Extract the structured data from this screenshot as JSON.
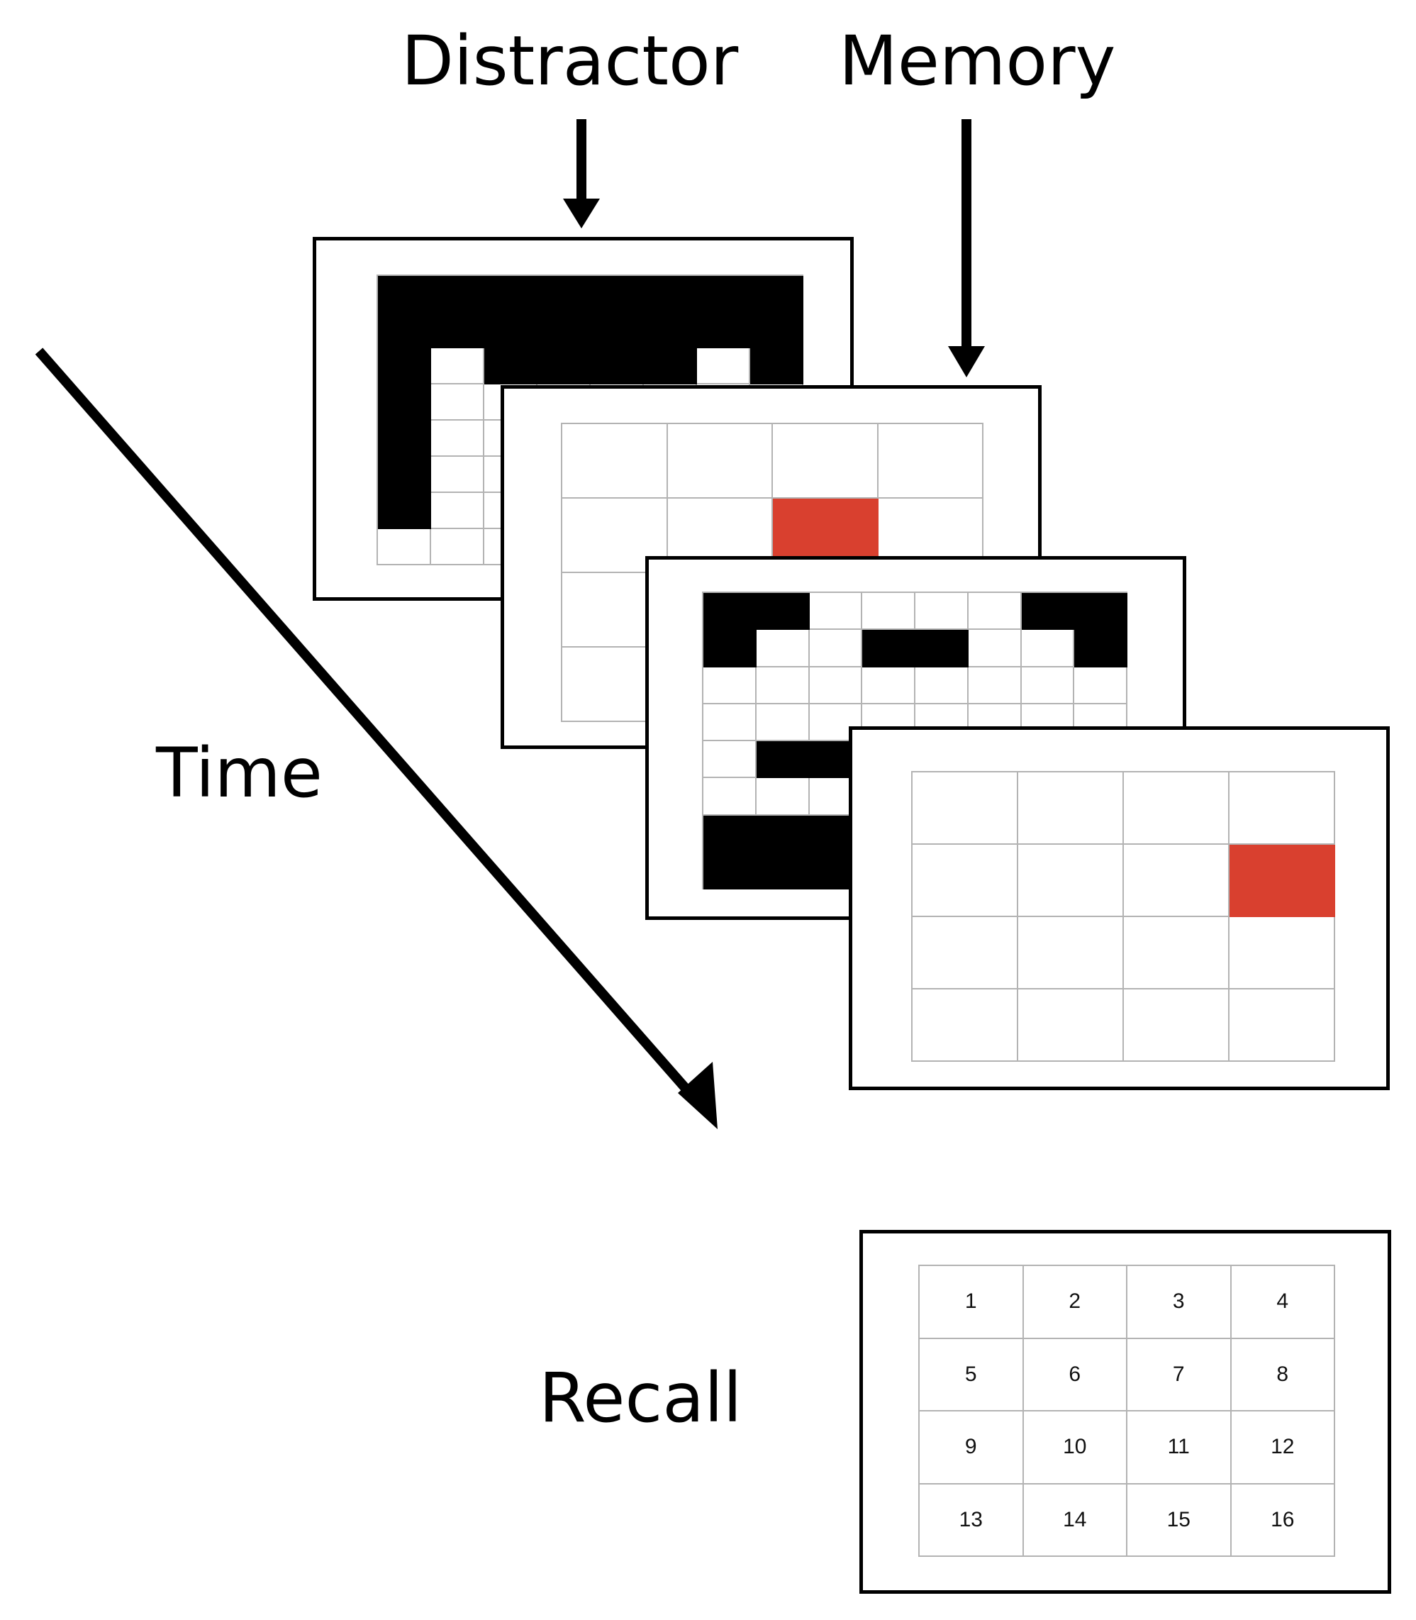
{
  "labels": {
    "distractor": "Distractor",
    "memory": "Memory",
    "time": "Time",
    "recall": "Recall"
  },
  "colors": {
    "filled": "#000000",
    "target": "#d9402f",
    "grid_line": "#b3b3b3"
  },
  "screens": {
    "distractor_1": {
      "cols": 8,
      "rows": 8,
      "filled": [
        [
          0,
          0
        ],
        [
          0,
          1
        ],
        [
          0,
          2
        ],
        [
          0,
          3
        ],
        [
          0,
          4
        ],
        [
          0,
          5
        ],
        [
          0,
          6
        ],
        [
          0,
          7
        ],
        [
          1,
          0
        ],
        [
          1,
          1
        ],
        [
          1,
          2
        ],
        [
          1,
          3
        ],
        [
          1,
          4
        ],
        [
          1,
          5
        ],
        [
          1,
          6
        ],
        [
          1,
          7
        ],
        [
          2,
          0
        ],
        [
          2,
          2
        ],
        [
          2,
          3
        ],
        [
          2,
          4
        ],
        [
          2,
          5
        ],
        [
          2,
          7
        ],
        [
          3,
          0
        ],
        [
          4,
          0
        ],
        [
          5,
          0
        ],
        [
          6,
          0
        ]
      ]
    },
    "memory_1": {
      "cols": 4,
      "rows": 4,
      "target": [
        1,
        2
      ]
    },
    "distractor_2": {
      "cols": 8,
      "rows": 8,
      "filled": [
        [
          0,
          0
        ],
        [
          0,
          1
        ],
        [
          0,
          6
        ],
        [
          0,
          7
        ],
        [
          1,
          0
        ],
        [
          1,
          3
        ],
        [
          1,
          4
        ],
        [
          1,
          7
        ],
        [
          4,
          1
        ],
        [
          4,
          2
        ],
        [
          4,
          3
        ],
        [
          4,
          4
        ],
        [
          6,
          0
        ],
        [
          6,
          1
        ],
        [
          6,
          2
        ],
        [
          6,
          3
        ],
        [
          6,
          4
        ],
        [
          6,
          5
        ],
        [
          6,
          6
        ],
        [
          6,
          7
        ],
        [
          7,
          0
        ],
        [
          7,
          1
        ],
        [
          7,
          2
        ],
        [
          7,
          3
        ],
        [
          7,
          4
        ],
        [
          7,
          5
        ],
        [
          7,
          6
        ],
        [
          7,
          7
        ]
      ]
    },
    "memory_2": {
      "cols": 4,
      "rows": 4,
      "target": [
        1,
        3
      ]
    },
    "recall": {
      "cols": 4,
      "rows": 4,
      "numbers": [
        "1",
        "2",
        "3",
        "4",
        "5",
        "6",
        "7",
        "8",
        "9",
        "10",
        "11",
        "12",
        "13",
        "14",
        "15",
        "16"
      ]
    }
  }
}
